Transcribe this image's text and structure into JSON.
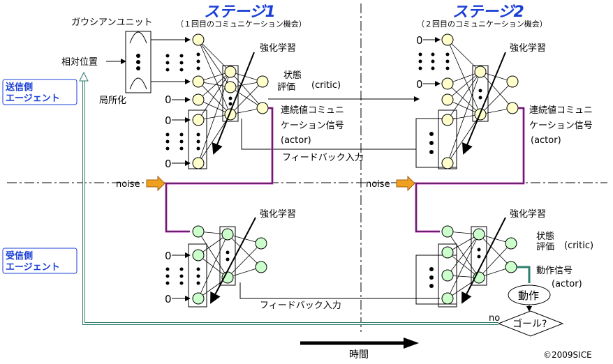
{
  "stages": [
    {
      "title": "ステージ1",
      "subtitle": "（１回目のコミュニケーション機会）"
    },
    {
      "title": "ステージ2",
      "subtitle": "（２回目のコミュニケーション機会）"
    }
  ],
  "agents": {
    "sender": {
      "line1": "送信側",
      "line2": "エージェント"
    },
    "receiver": {
      "line1": "受信側",
      "line2": "エージェント"
    }
  },
  "labels": {
    "gaussian_unit": "ガウシアンユニット",
    "relative_position": "相対位置",
    "localization": "局所化",
    "rl": "強化学習",
    "state_value_1": "状態",
    "state_value_2": "評価",
    "critic": "(critic)",
    "comm_signal_1": "連続値コミュニ",
    "comm_signal_2": "ケーション信号",
    "actor": "(actor)",
    "feedback_input": "フィードバック入力",
    "noise": "noise",
    "action_signal": "動作信号",
    "action": "動作",
    "goal": "ゴール?",
    "no": "no",
    "zero": "0",
    "time": "時間",
    "copyright": "©2009SICE"
  },
  "colors": {
    "sender_node": "#ffffcc",
    "receiver_node": "#ccffcc",
    "noise_arrow": "#f0a020",
    "agent_label": "#1a3fd6",
    "loop_line": "#2f7f6f",
    "comm_line": "#cc44cc"
  }
}
